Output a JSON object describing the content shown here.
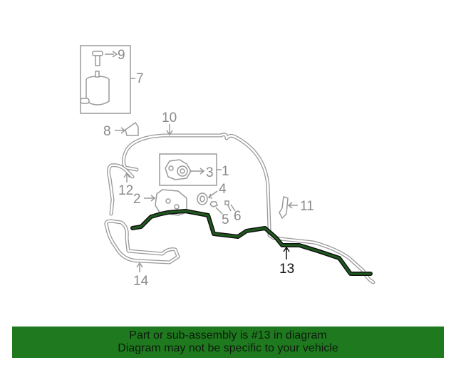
{
  "diagram": {
    "callouts": {
      "c1": "1",
      "c2": "2",
      "c3": "3",
      "c4": "4",
      "c5": "5",
      "c6": "6",
      "c7": "7",
      "c8": "8",
      "c9": "9",
      "c10": "10",
      "c11": "11",
      "c12": "12",
      "c13": "13",
      "c14": "14"
    },
    "highlighted_part": "13",
    "colors": {
      "line_art": "#9a9a9a",
      "highlight_hose": "#1e5c1e",
      "highlight_label": "#111111",
      "banner_background": "#1f7a1f"
    }
  },
  "banner": {
    "line1": "Part or sub-assembly is #13 in diagram",
    "line2": "Diagram may not be specific to your vehicle"
  }
}
